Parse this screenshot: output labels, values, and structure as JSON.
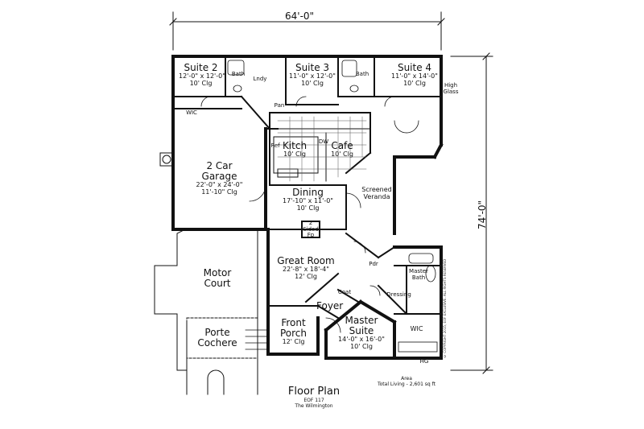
{
  "dimensions": {
    "width": "64'-0\"",
    "depth": "74'-0\""
  },
  "rooms": {
    "suite2": {
      "name": "Suite 2",
      "size": "12'-0\" x 12'-0\"",
      "ceiling": "10' Clg"
    },
    "suite3": {
      "name": "Suite 3",
      "size": "11'-0\" x 12'-0\"",
      "ceiling": "10' Clg"
    },
    "suite4": {
      "name": "Suite 4",
      "size": "11'-0\" x 14'-0\"",
      "ceiling": "10' Clg"
    },
    "garage": {
      "name1": "2 Car",
      "name2": "Garage",
      "size": "22'-0\" x 24'-0\"",
      "ceiling": "11'-10\" Clg"
    },
    "kitchen": {
      "name": "Kitch",
      "ceiling": "10' Clg"
    },
    "cafe": {
      "name": "Cafe",
      "ceiling": "10' Clg"
    },
    "dining": {
      "name": "Dining",
      "size": "17'-10\" x 11'-0\"",
      "ceiling": "10' Clg"
    },
    "veranda": {
      "name1": "Screened",
      "name2": "Veranda"
    },
    "fireplace": {
      "line1": "2",
      "line2": "Sided",
      "line3": "Fp"
    },
    "great_room": {
      "name": "Great Room",
      "size": "22'-8\" x 18'-4\"",
      "ceiling": "12' Clg"
    },
    "motor_court": {
      "name1": "Motor",
      "name2": "Court"
    },
    "porte_cochere": {
      "name1": "Porte",
      "name2": "Cochere"
    },
    "front_porch": {
      "name1": "Front",
      "name2": "Porch",
      "ceiling": "12' Clg"
    },
    "foyer": {
      "name": "Foyer"
    },
    "coat": {
      "name": "Coat"
    },
    "master_suite": {
      "name1": "Master",
      "name2": "Suite",
      "size": "14'-0\" x 16'-0\"",
      "ceiling": "10' Clg"
    },
    "master_bath": {
      "name1": "Master",
      "name2": "Bath"
    },
    "dressing": {
      "name": "Dressing"
    },
    "wic_master": {
      "name": "WIC"
    },
    "wic_garage": {
      "name": "WIC"
    },
    "pdr": {
      "name": "Pdr"
    },
    "pan": {
      "name": "Pan"
    },
    "bath2": {
      "name": "Bath"
    },
    "bath3": {
      "name": "Bath"
    },
    "lndry": {
      "name": "Lndy"
    },
    "high_glass": {
      "line1": "High",
      "line2": "Glass"
    },
    "hg": {
      "name": "HG"
    },
    "ref": {
      "name": "Ref"
    },
    "dw": {
      "name": "DW"
    }
  },
  "footer": {
    "title": "Floor Plan",
    "code": "EOF 117",
    "model": "The Wilmington",
    "area_label": "Area",
    "area_total": "Total Living - 2,601 sq ft"
  },
  "copyright": "© COPYRIGHT 2015, EOF EXCLUSIVE. ALL RIGHTS RESERVED"
}
